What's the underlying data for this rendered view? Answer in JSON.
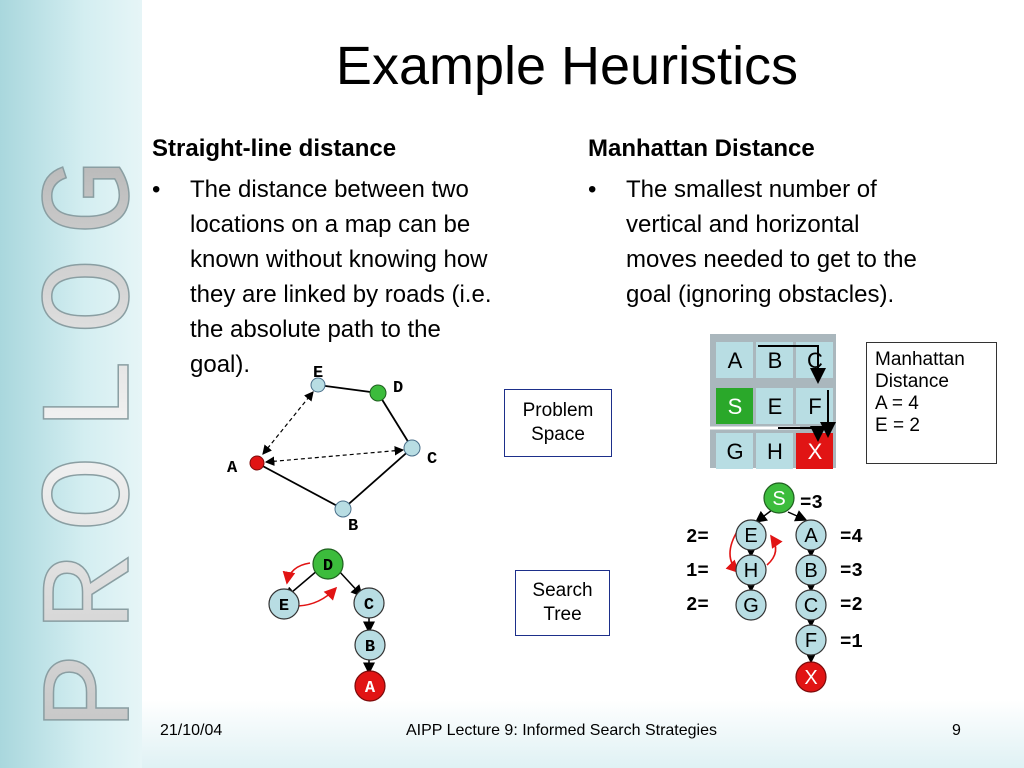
{
  "sidebar": {
    "brand_text": "PROLOG"
  },
  "slide": {
    "title": "Example Heuristics"
  },
  "left_column": {
    "heading": "Straight-line distance",
    "bullet_lines": [
      "The distance between two",
      "locations on a map can be",
      "known without knowing how",
      "they are linked by roads (i.e.",
      "the absolute path to the",
      "goal)."
    ]
  },
  "right_column": {
    "heading": "Manhattan Distance",
    "bullet_lines": [
      "The smallest number of",
      "vertical and horizontal",
      "moves needed to get to the",
      "goal (ignoring obstacles)."
    ]
  },
  "problem_space_box": {
    "line1": "Problem",
    "line2": "Space"
  },
  "search_tree_box": {
    "line1": "Search",
    "line2": "Tree"
  },
  "graph": {
    "nodes": {
      "A": "A",
      "B": "B",
      "C": "C",
      "D": "D",
      "E": "E"
    }
  },
  "left_tree": {
    "nodes": {
      "D": "D",
      "E": "E",
      "C": "C",
      "B": "B",
      "A": "A"
    }
  },
  "grid": {
    "cells": [
      "A",
      "B",
      "C",
      "S",
      "E",
      "F",
      "G",
      "H",
      "X"
    ],
    "colors": {
      "start": "#2aa82a",
      "goal": "#e11414",
      "cell": "#b8dde3"
    }
  },
  "legend": {
    "line1": "Manhattan",
    "line2": "Distance",
    "line3": "A = 4",
    "line4": "E = 2"
  },
  "right_tree": {
    "nodes": {
      "S": "S",
      "E": "E",
      "H": "H",
      "G": "G",
      "A": "A",
      "B": "B",
      "C": "C",
      "F": "F",
      "X": "X"
    },
    "annotations": {
      "s": "=3",
      "e": "2=",
      "h": "1=",
      "g": "2=",
      "a": "=4",
      "b": "=3",
      "c": "=2",
      "f": "=1"
    }
  },
  "footer": {
    "date": "21/10/04",
    "course": "AIPP Lecture 9: Informed Search Strategies",
    "page": "9"
  }
}
